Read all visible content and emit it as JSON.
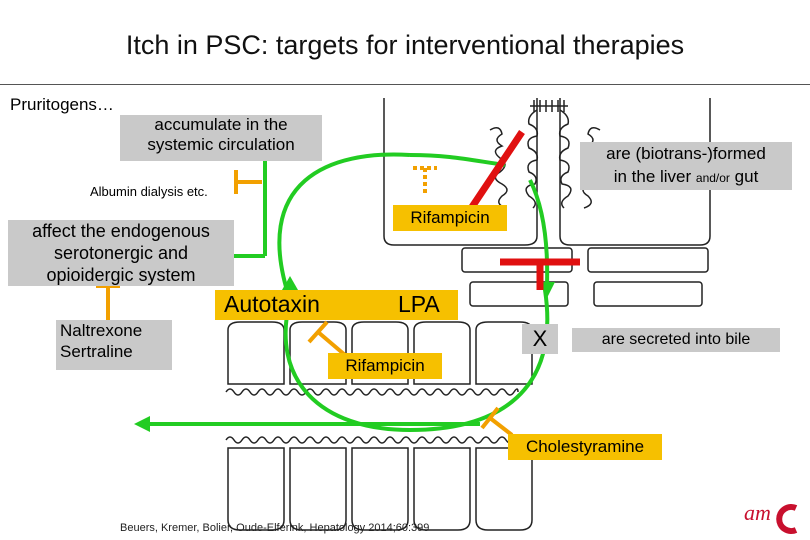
{
  "title": "Itch in PSC: targets for interventional therapies",
  "labels": {
    "pruritogens": "Pruritogens…",
    "accumulate_line1": "accumulate in the",
    "accumulate_line2": "systemic circulation",
    "albumin": "Albumin dialysis etc.",
    "affect_line1": "affect the endogenous",
    "affect_line2": "serotonergic and",
    "affect_line3": "opioidergic system",
    "naltrexone": "Naltrexone",
    "sertraline": "Sertraline",
    "autotaxin": "Autotaxin",
    "lpa": "LPA",
    "rifampicin_top": "Rifampicin",
    "rifampicin_bottom": "Rifampicin",
    "formed_line1": "are (biotrans-)formed",
    "formed_line2_main": "in the liver",
    "formed_line2_small": "and/or",
    "formed_line2_end": "gut",
    "secreted": "are secreted into bile",
    "blocked_mark": "X",
    "cholestyramine": "Cholestyramine"
  },
  "reference": "Beuers, Kremer, Bolier, Oude-Elferink, Hepatology 2014;60:399",
  "logo_text": "am",
  "colors": {
    "cycle_green": "#22cc22",
    "inhibitor_orange": "#f2a000",
    "block_red": "#e01010",
    "label_gray": "#c9c9c9",
    "label_yellow": "#f6c000",
    "logo_red": "#c8102e"
  }
}
